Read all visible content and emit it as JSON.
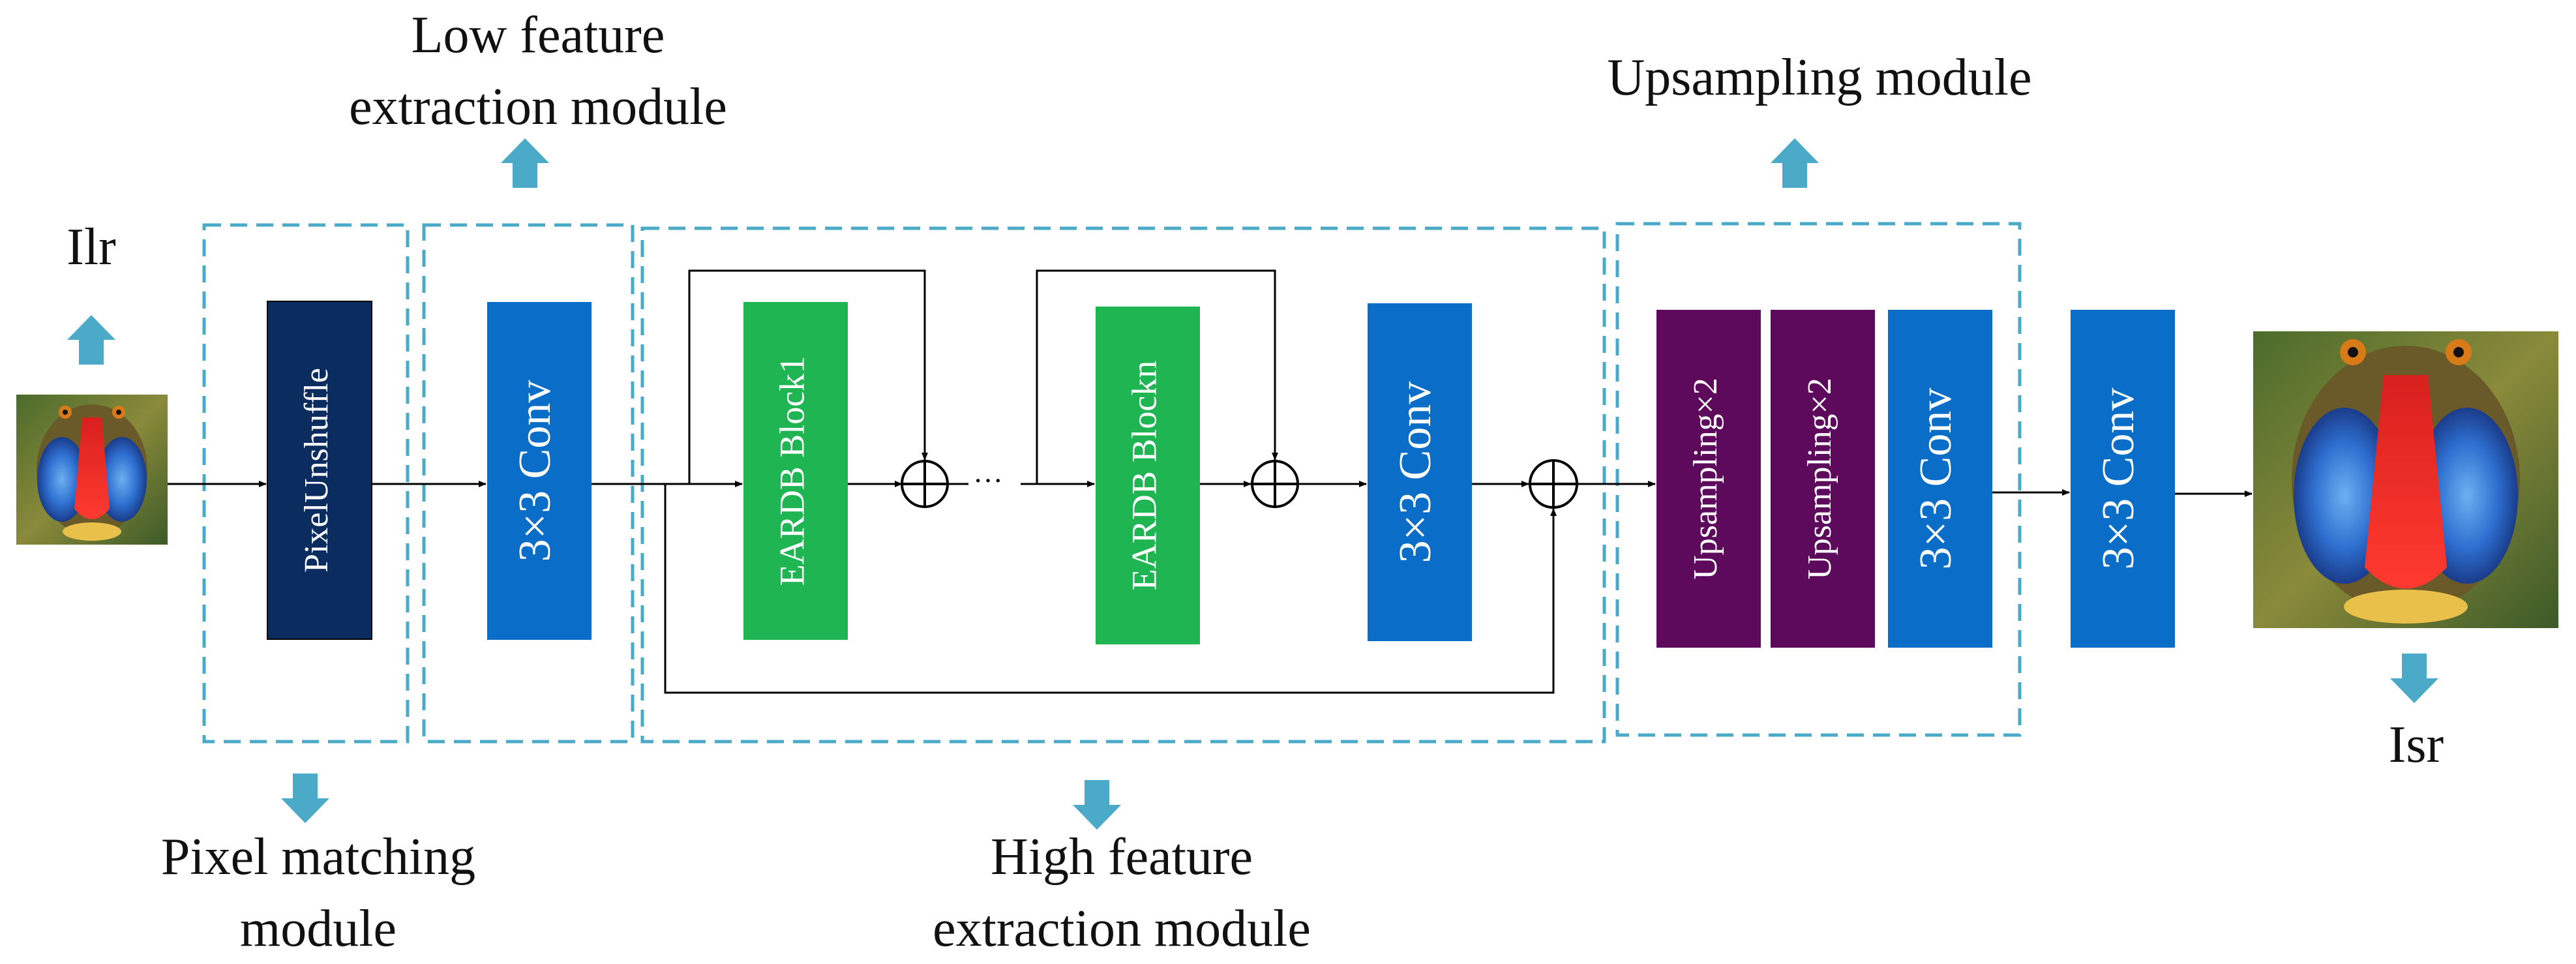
{
  "labels": {
    "low_feature": "Low feature",
    "low_feature_2": "extraction module",
    "upsampling": "Upsampling module",
    "pixel_matching": "Pixel matching",
    "pixel_matching_2": "module",
    "high_feature": "High feature",
    "high_feature_2": "extraction module",
    "ilr": "Ilr",
    "isr": "Isr",
    "ellipsis": "···"
  },
  "blocks": {
    "pixel_unshuffle": "PixelUnshuffle",
    "conv_low": "3×3 Conv",
    "eardb1": "EARDB Block1",
    "eardbn": "EARDB Blockn",
    "conv_high": "3×3 Conv",
    "ups1": "Upsampling×2",
    "ups2": "Upsampling×2",
    "conv_ups": "3×3 Conv",
    "conv_final": "3×3 Conv"
  },
  "colors": {
    "dashed_border": "#4aaac8",
    "arrow_icon": "#4aaac8",
    "pixel_unshuffle": "#0b2c5e",
    "conv": "#0a6ec8",
    "eardb": "#1eb552",
    "upsampling": "#5e0a5c"
  },
  "icons": {
    "arrow_up": "arrow-up-icon",
    "arrow_down": "arrow-down-icon",
    "sum": "circled-plus-icon"
  }
}
